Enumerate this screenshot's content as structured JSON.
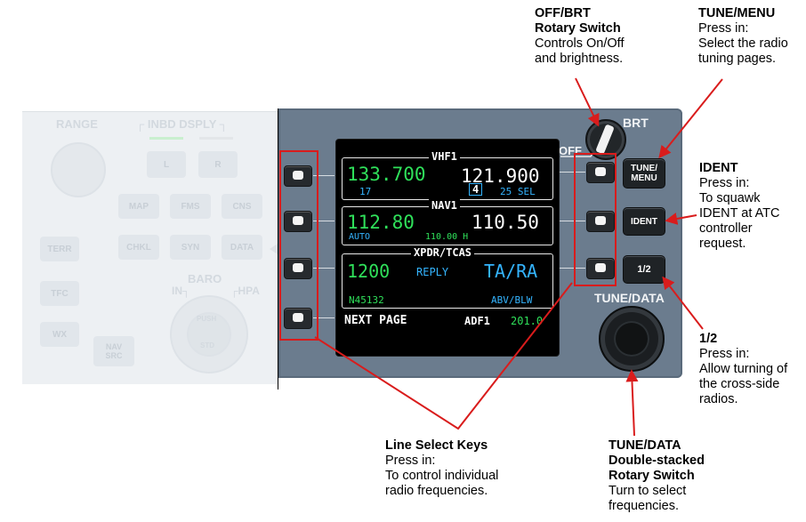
{
  "ghost_panel": {
    "range": "RANGE",
    "inbd_dsply": "INBD DSPLY",
    "keys": [
      "L",
      "R",
      "MAP",
      "FMS",
      "CNS",
      "TERR",
      "CHKL",
      "SYN",
      "DATA",
      "TFC",
      "WX",
      "NAV SRC"
    ],
    "baro": "BARO",
    "baro_in": "IN",
    "baro_hpa": "HPA",
    "push": "PUSH",
    "std": "STD"
  },
  "panel": {
    "brt": "BRT",
    "off": "OFF",
    "tune_menu": "TUNE/ MENU",
    "ident": "IDENT",
    "half": "1/2",
    "tune_data": "TUNE/DATA"
  },
  "display": {
    "vhf1": {
      "title": "VHF1",
      "active": "133.700",
      "standby": "121.900",
      "sub_left": "17",
      "box_value": "4",
      "sub_right": "25 SEL"
    },
    "nav1": {
      "title": "NAV1",
      "active": "112.80",
      "standby": "110.50",
      "sub_left": "AUTO",
      "sub_mid": "110.00 H"
    },
    "xpdr": {
      "title": "XPDR/TCAS",
      "code": "1200",
      "reply": "REPLY",
      "mode": "TA/RA",
      "sub_left": "N45132",
      "sub_right": "ABV/BLW"
    },
    "bottom": {
      "next_page": "NEXT PAGE",
      "adf_label": "ADF1",
      "adf_value": "201.0"
    }
  },
  "callouts": {
    "off_brt": {
      "title1": "OFF/BRT",
      "title2": "Rotary Switch",
      "line1": "Controls On/Off",
      "line2": "and brightness."
    },
    "tune_menu": {
      "title": "TUNE/MENU",
      "line1": "Press in:",
      "line2": "Select the radio",
      "line3": "tuning pages."
    },
    "ident": {
      "title": "IDENT",
      "line1": "Press in:",
      "line2": "To squawk",
      "line3": "IDENT at ATC",
      "line4": "controller",
      "line5": "request."
    },
    "half": {
      "title": "1/2",
      "line1": "Press in:",
      "line2": "Allow turning of",
      "line3": "the cross-side",
      "line4": "radios."
    },
    "lsk": {
      "title": "Line Select Keys",
      "line1": "Press in:",
      "line2": "To control individual",
      "line3": "radio frequencies."
    },
    "tune_data": {
      "title1": "TUNE/DATA",
      "title2": "Double-stacked",
      "title3": "Rotary Switch",
      "line1": "Turn to select",
      "line2": "frequencies."
    }
  },
  "colors": {
    "callout_red": "#d91c1c",
    "panel": "#6b7c8e",
    "display_green": "#2fe05a",
    "display_cyan": "#34b4ff"
  }
}
